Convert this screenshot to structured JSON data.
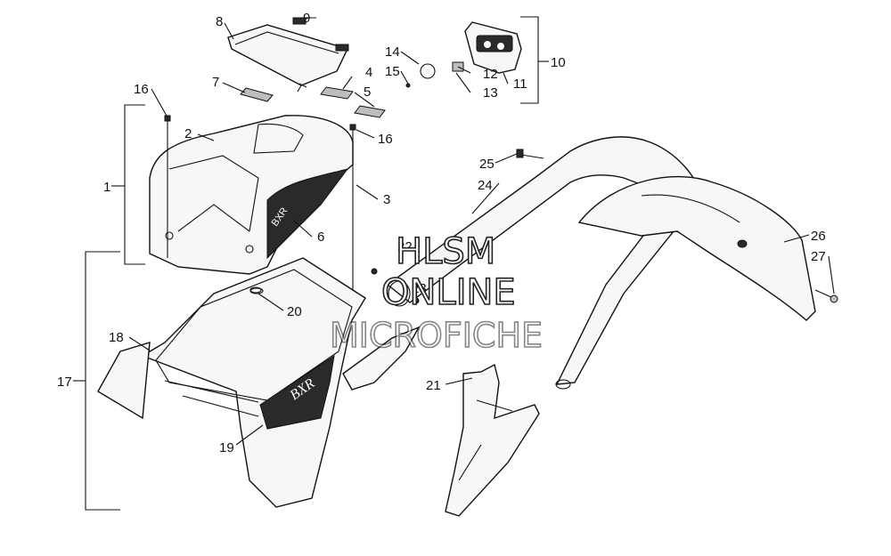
{
  "diagram": {
    "callouts": {
      "c1": "1",
      "c2": "2",
      "c3": "3",
      "c4": "4",
      "c5": "5",
      "c6": "6",
      "c7": "7",
      "c8": "8",
      "c9": "9",
      "c10": "10",
      "c11": "11",
      "c12": "12",
      "c13": "13",
      "c14": "14",
      "c15": "15",
      "c16a": "16",
      "c16b": "16",
      "c17": "17",
      "c18": "18",
      "c19": "19",
      "c20": "20",
      "c21": "21",
      "c22": "22",
      "c23": "23",
      "c24": "24",
      "c25": "25",
      "c26": "26",
      "c27": "27"
    },
    "watermark": {
      "line1": "HLSM",
      "line2": "ONLINE",
      "line3": "MICROFICHE"
    },
    "decals": {
      "seat_logo": "BXR",
      "bin_logo": "BXR"
    }
  }
}
